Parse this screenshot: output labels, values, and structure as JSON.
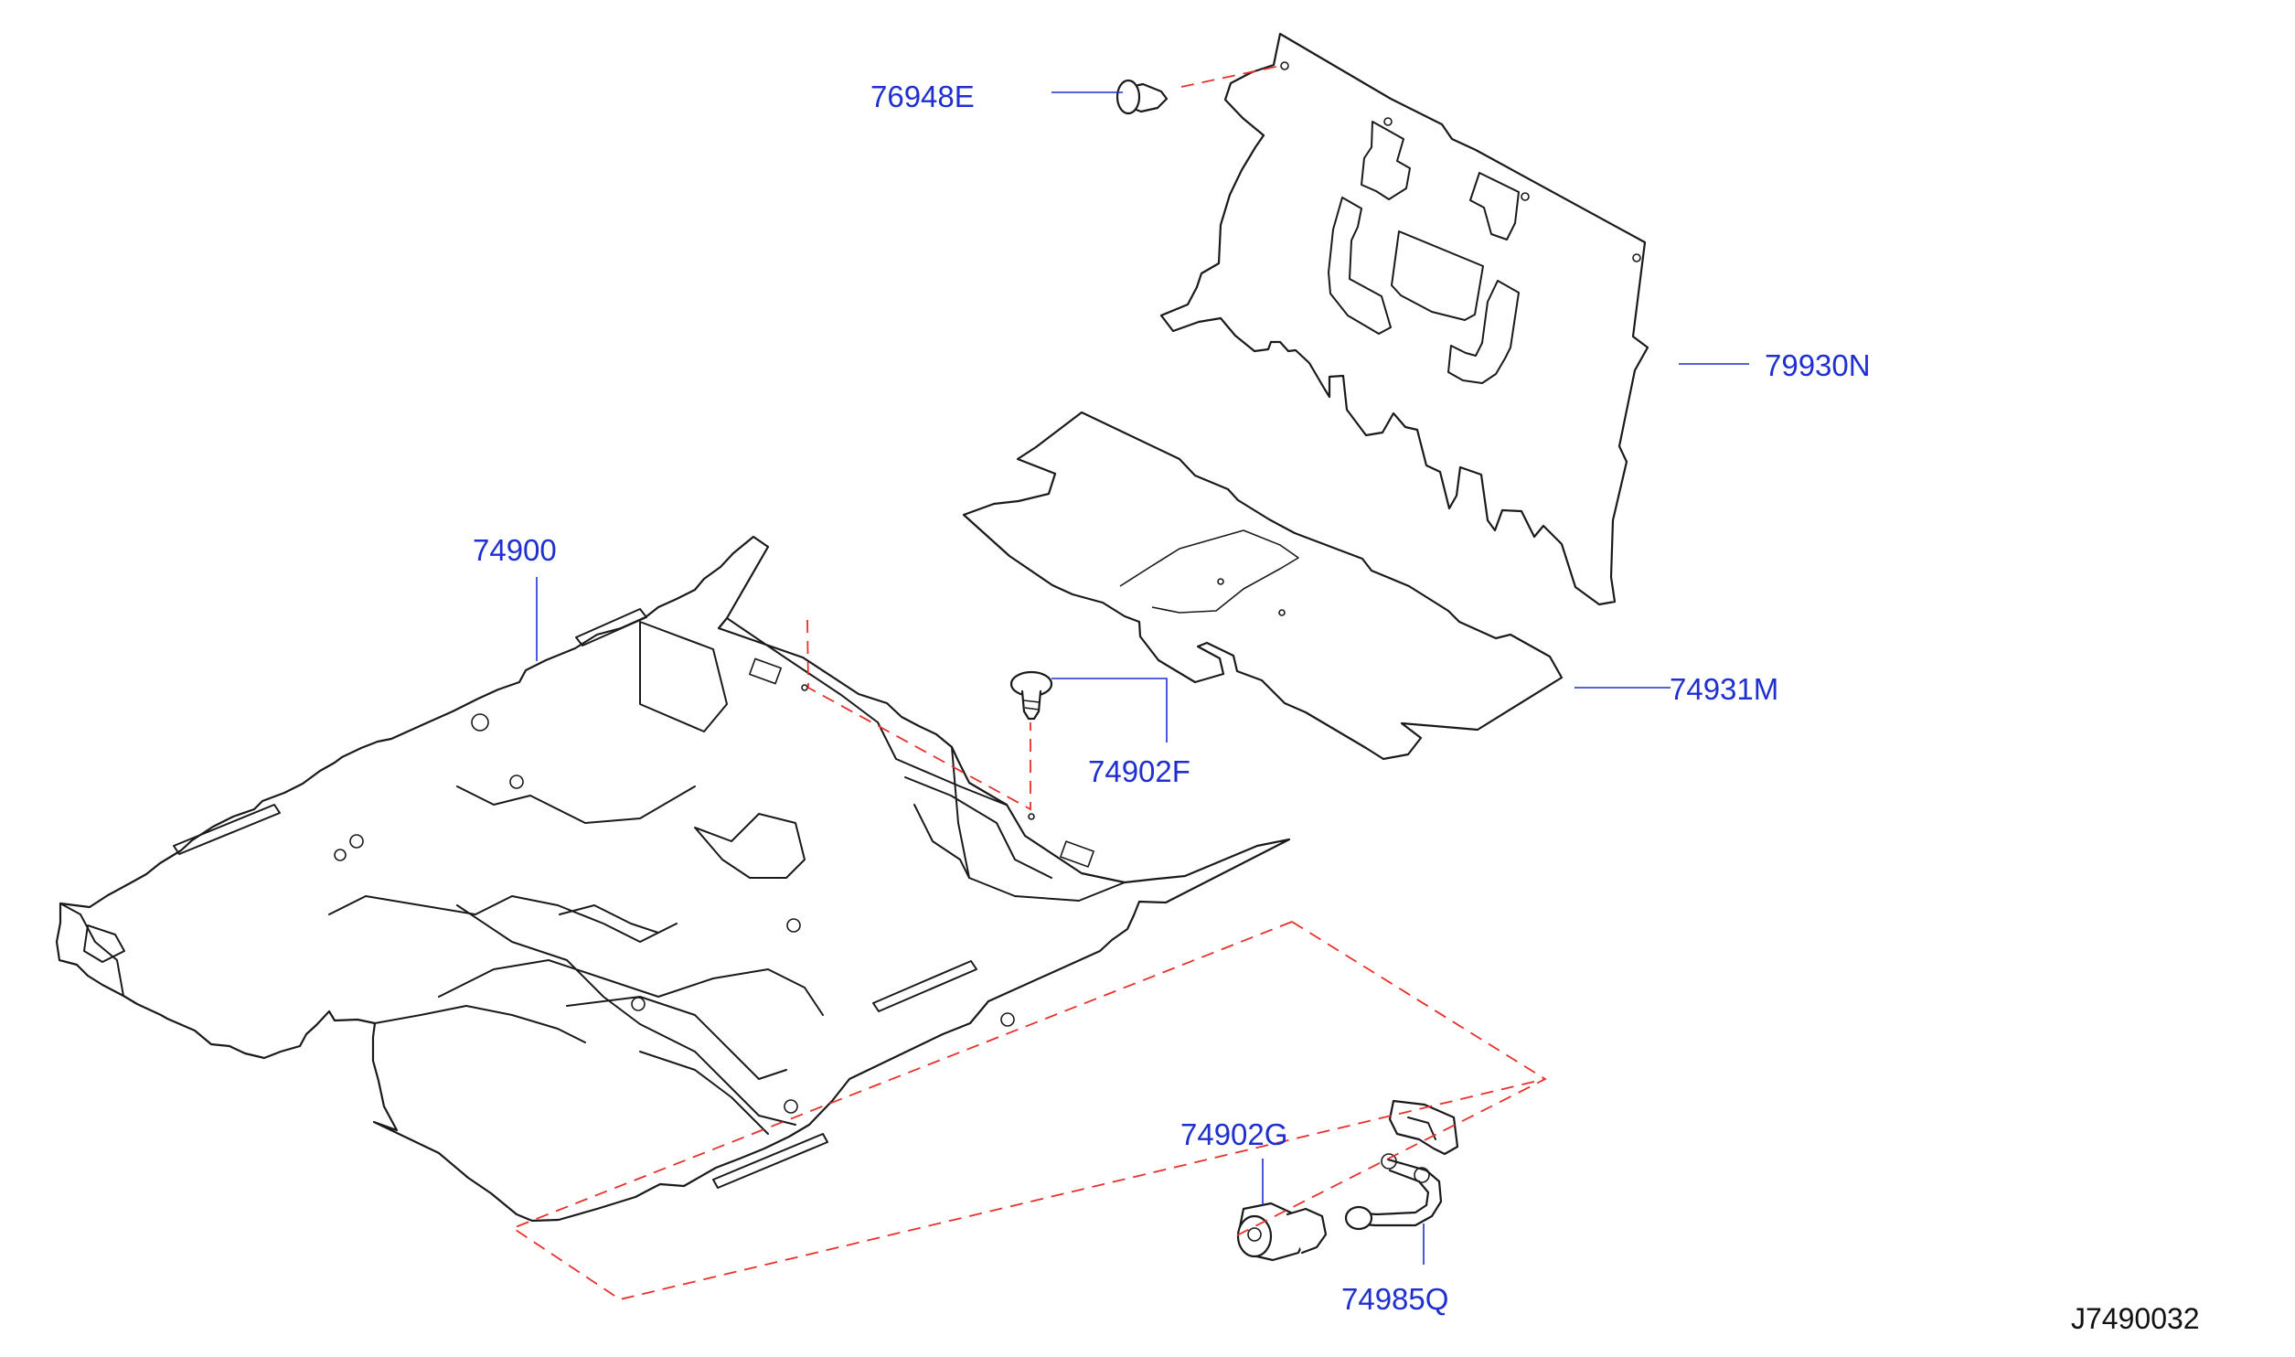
{
  "parts": {
    "p76948E": "76948E",
    "p79930N": "79930N",
    "p74931M": "74931M",
    "p74900": "74900",
    "p74902F": "74902F",
    "p74902G": "74902G",
    "p74985Q": "74985Q"
  },
  "diagram_code": "J7490032",
  "colors": {
    "label": "#1f2fd0",
    "outline": "#1a1a1a",
    "dashed_guide": "#e8302a",
    "background": "#ffffff"
  }
}
